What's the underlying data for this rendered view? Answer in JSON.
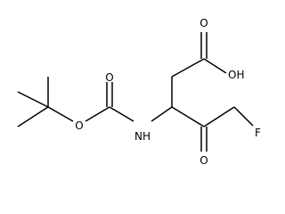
{
  "molecule": {
    "labels": {
      "carboxyl_oxo": "O",
      "carboxyl_oh": "OH",
      "carbamate_oxo": "O",
      "ester_oxygen": "O",
      "amine": "NH",
      "ketone_oxo": "O",
      "fluorine": "F"
    }
  }
}
